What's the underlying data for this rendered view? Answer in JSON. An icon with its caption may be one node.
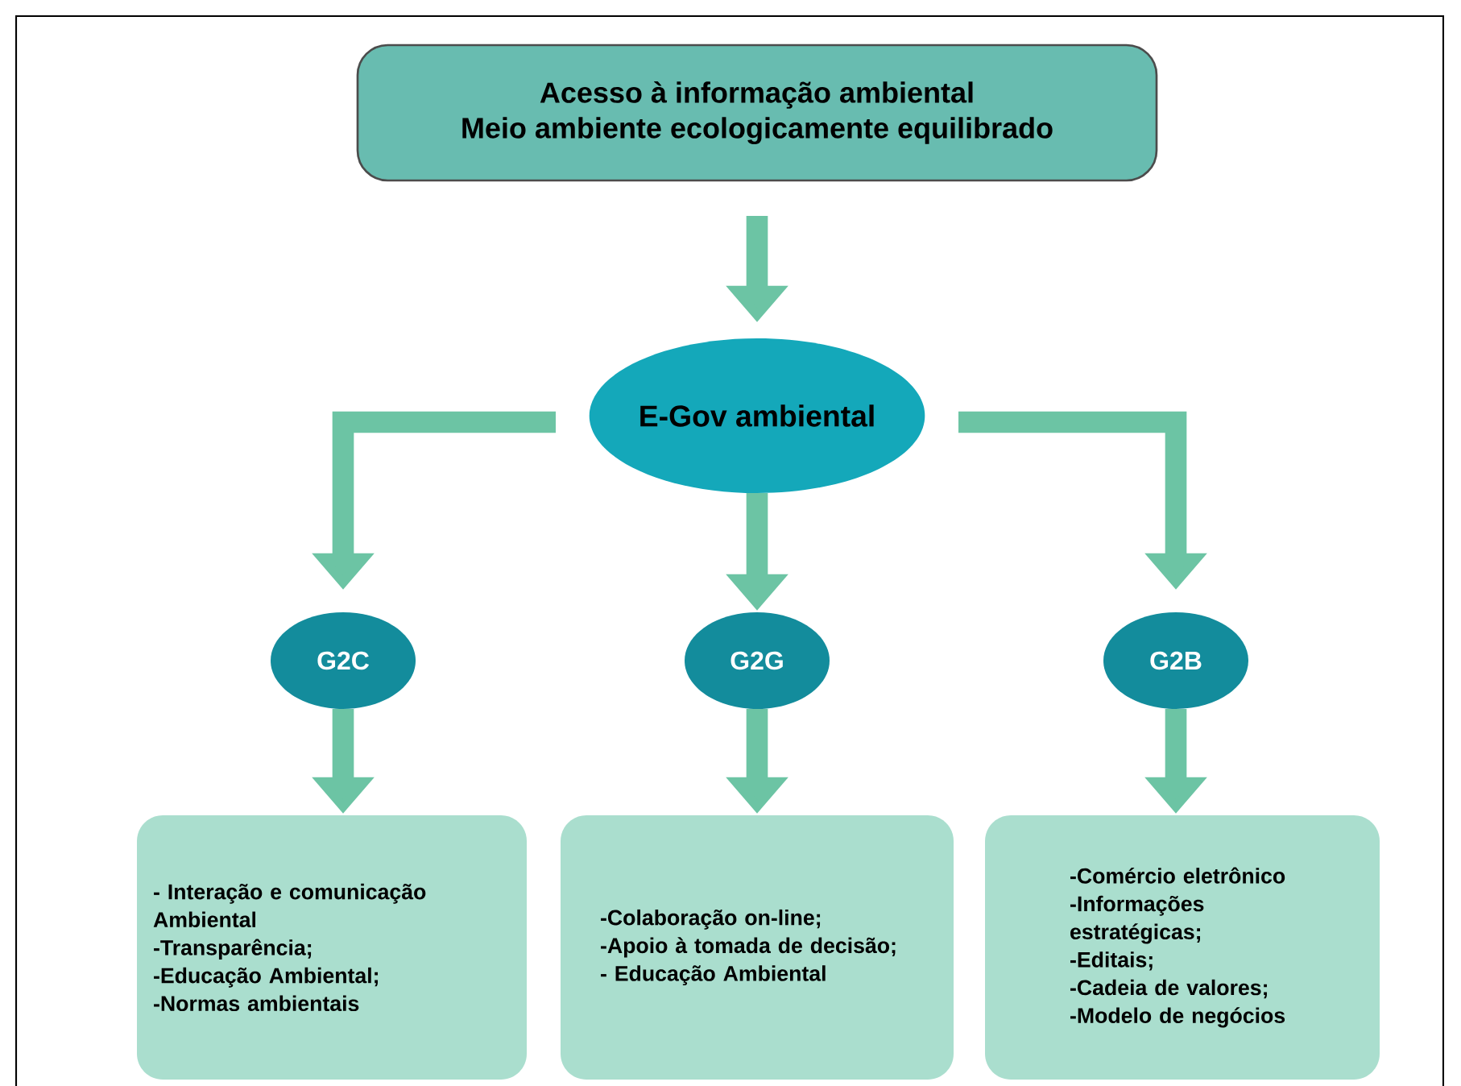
{
  "diagram": {
    "nodes": [
      {
        "text": [
          "Acesso à informação ambiental",
          "Meio ambiente ecologicamente equilibrado"
        ]
      },
      {
        "text": [
          "E-Gov ambiental"
        ]
      },
      {
        "text": [
          "G2C"
        ]
      },
      {
        "text": [
          "G2G"
        ]
      },
      {
        "text": [
          "G2B"
        ]
      },
      {
        "text": [
          "- Interação e comunicação Ambiental",
          "-Transparência;",
          "-Educação Ambiental;",
          "-Normas ambientais"
        ]
      },
      {
        "text": [
          "-Colaboração on-line;",
          "-Apoio à tomada de decisão;",
          "- Educação Ambiental"
        ]
      },
      {
        "text": [
          "-Comércio eletrônico",
          "-Informações estratégicas;",
          "-Editais;",
          "-Cadeia de valores;",
          "-Modelo de negócios"
        ]
      }
    ],
    "edges": [
      {
        "from": 0,
        "to": 1,
        "arrow": "to"
      },
      {
        "from": 1,
        "to": 2,
        "arrow": "to"
      },
      {
        "from": 1,
        "to": 3,
        "arrow": "to"
      },
      {
        "from": 1,
        "to": 4,
        "arrow": "to"
      },
      {
        "from": 2,
        "to": 5,
        "arrow": "to"
      },
      {
        "from": 3,
        "to": 6,
        "arrow": "to"
      },
      {
        "from": 4,
        "to": 7,
        "arrow": "to"
      }
    ]
  }
}
